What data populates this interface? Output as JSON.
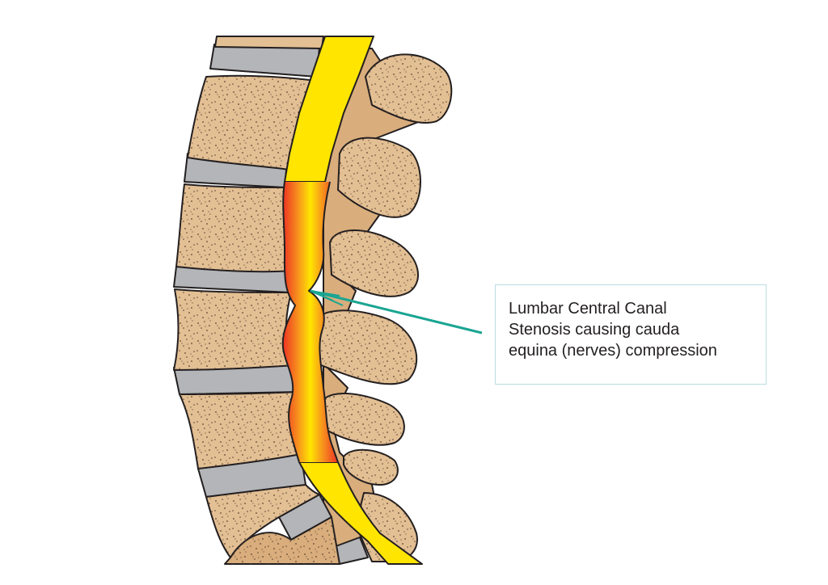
{
  "annotation": {
    "lines": [
      "Lumbar Central Canal",
      "Stenosis causing cauda",
      "equina (nerves) compression"
    ]
  },
  "colors": {
    "bone": "#e3bf94",
    "bone_outline": "#231f20",
    "disc": "#b3b5b8",
    "spinal_canal": "#ffe500",
    "compression": "#ee3124",
    "pointer": "#1aa592",
    "box_border": "#b9dde3"
  }
}
